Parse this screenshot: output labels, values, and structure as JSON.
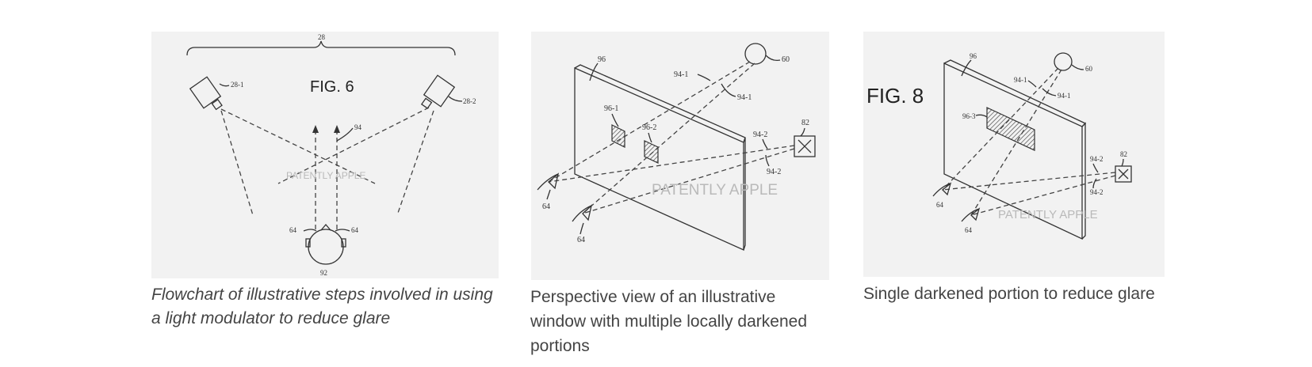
{
  "figures": [
    {
      "title": "FIG. 6",
      "labels": [
        "28",
        "28-1",
        "28-2",
        "94",
        "64",
        "64",
        "92"
      ],
      "watermark": "PATENTLY APPLE",
      "caption": "Flowchart of illustrative steps involved in using a light modulator to reduce glare"
    },
    {
      "title": "",
      "labels": [
        "96",
        "94-1",
        "60",
        "94-1",
        "96-1",
        "96-2",
        "94-2",
        "82",
        "94-2",
        "64",
        "64"
      ],
      "watermark": "PATENTLY APPLE",
      "caption": "Perspective view of an illustrative window with multiple locally darkened portions"
    },
    {
      "title": "FIG. 8",
      "labels": [
        "96",
        "60",
        "94-1",
        "94-1",
        "96-3",
        "94-2",
        "82",
        "94-2",
        "64",
        "64"
      ],
      "watermark": "PATENTLY APPLE",
      "caption": "Single darkened portion to reduce glare"
    }
  ]
}
